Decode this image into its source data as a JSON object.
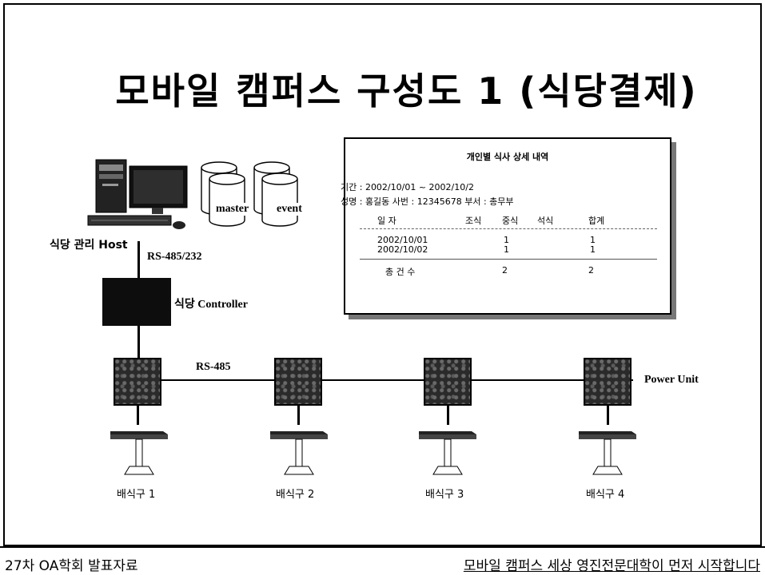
{
  "title": "모바일 캠퍼스 구성도 1 (식당결제)",
  "host_label": "식당 관리 Host",
  "db_labels": [
    "master",
    "event"
  ],
  "link_top_label": "RS-485/232",
  "controller_label": "식당 Controller",
  "bus_label": "RS-485",
  "power_unit_label": "Power Unit",
  "terminals": [
    "배식구 1",
    "배식구 2",
    "배식구 3",
    "배식구 4"
  ],
  "report": {
    "title": "개인별 식사 상세 내역",
    "period": "기간 : 2002/10/01 ~ 2002/10/2",
    "person": "성명 : 홍길동  사번 : 12345678  부서 : 총무부",
    "headers": [
      "일   자",
      "조식",
      "중식",
      "석식",
      "합계"
    ],
    "rows": [
      [
        "2002/10/01",
        "",
        "1",
        "",
        "1"
      ],
      [
        "2002/10/02",
        "",
        "1",
        "",
        "1"
      ]
    ],
    "total": [
      "총 건 수",
      "",
      "2",
      "",
      "2"
    ]
  },
  "footer": {
    "left": "27차 OA학회 발표자료",
    "right": "모바일 캠퍼스 세상 영진전문대학이 먼저 시작합니다"
  }
}
